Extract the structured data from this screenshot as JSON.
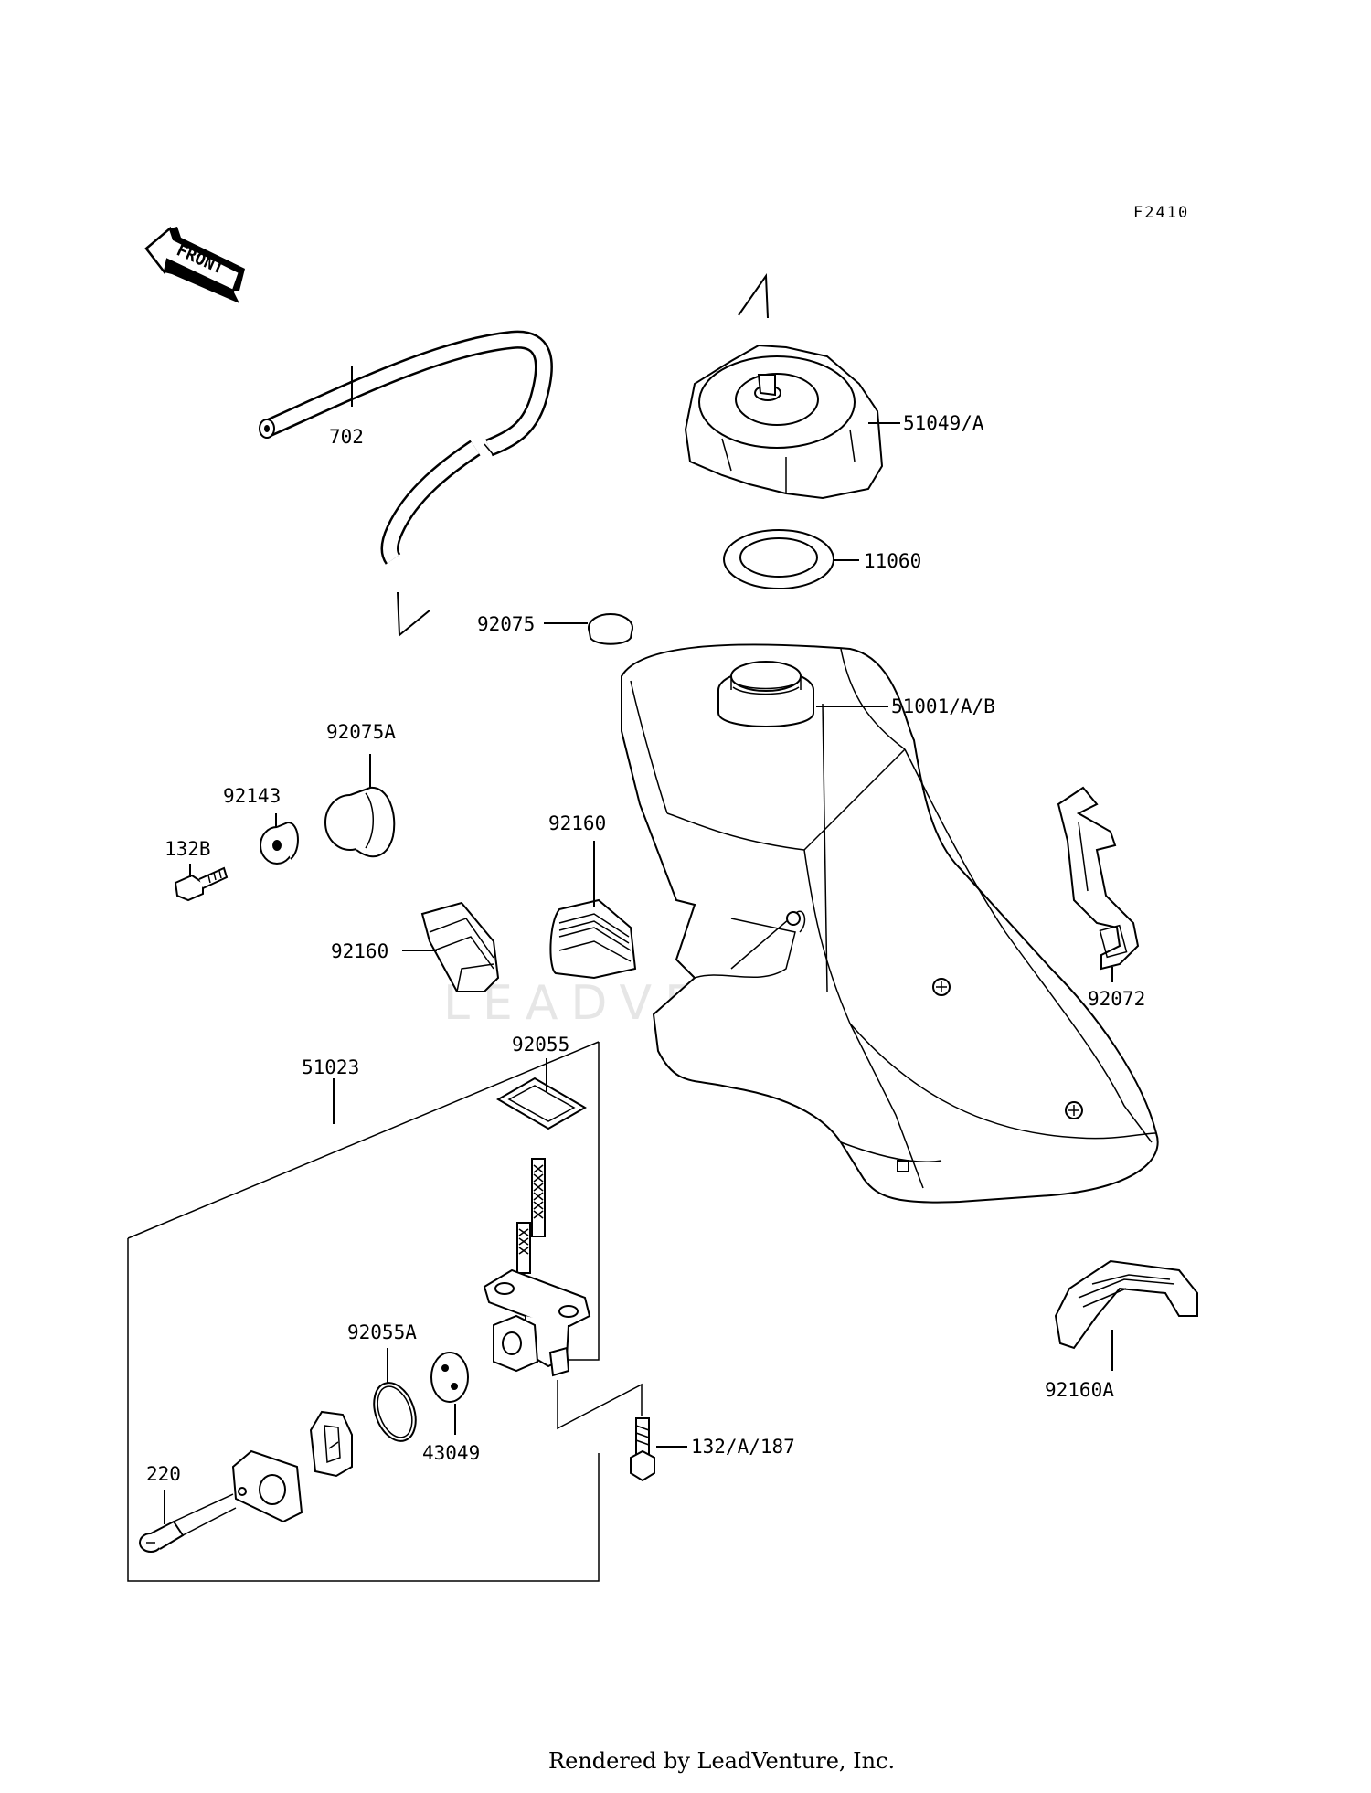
{
  "diagram": {
    "figure_code": "F2410",
    "front_label": "FRONT",
    "watermark": "LEADVENTURE",
    "footer": "Rendered by LeadVenture, Inc.",
    "callouts": {
      "c702": "702",
      "c51049": "51049/A",
      "c11060": "11060",
      "c92075": "92075",
      "c51001": "51001/A/B",
      "c92075A": "92075A",
      "c92143": "92143",
      "c132B": "132B",
      "c92160_top": "92160",
      "c92160_left": "92160",
      "c92072": "92072",
      "c51023": "51023",
      "c92055": "92055",
      "c92160A": "92160A",
      "c92055A": "92055A",
      "c43049": "43049",
      "c132A187": "132/A/187",
      "c220": "220"
    }
  }
}
